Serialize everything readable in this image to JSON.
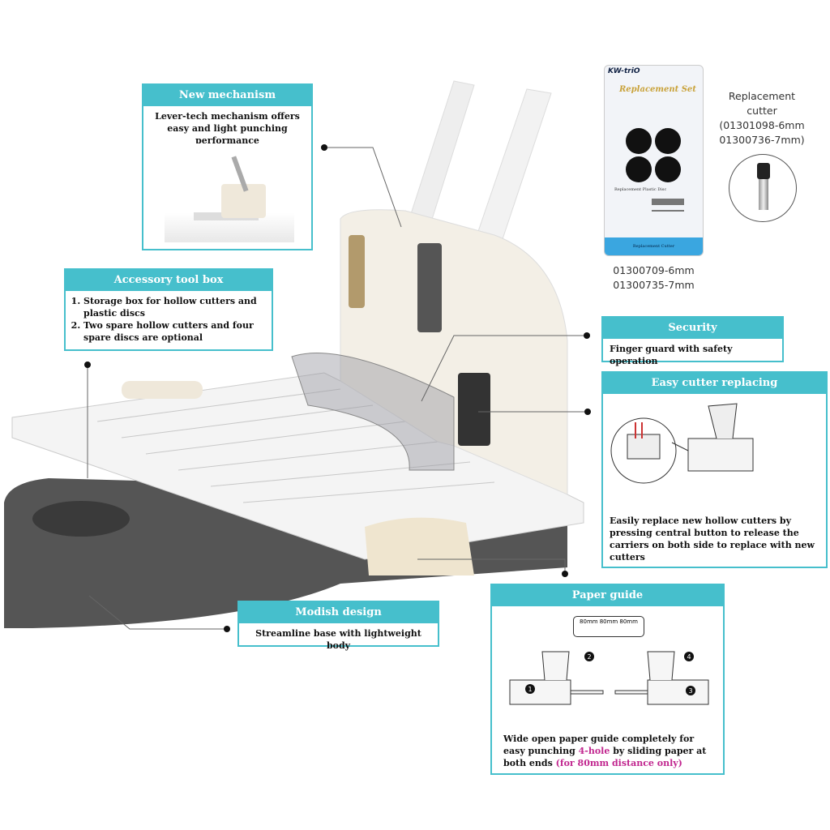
{
  "callouts": {
    "new_mechanism": {
      "title": "New mechanism",
      "text": "Lever-tech mechanism offers easy and light punching performance"
    },
    "accessory": {
      "title": "Accessory tool box",
      "items": [
        "Storage box for hollow cutters and plastic discs",
        "Two spare hollow cutters and four spare discs are optional"
      ]
    },
    "security": {
      "title": "Security",
      "text": "Finger guard with safety operation"
    },
    "easy_cutter": {
      "title": "Easy cutter replacing",
      "text": "Easily replace new hollow cutters by pressing central button to release the carriers on both side to replace with new cutters"
    },
    "modish": {
      "title": "Modish design",
      "text": "Streamline base with lightweight body"
    },
    "paper_guide": {
      "title": "Paper guide",
      "text_before": "Wide open paper guide completely for easy punching ",
      "highlight1": "4-hole",
      "text_mid": " by sliding paper at both ends ",
      "highlight2": "(for 80mm distance only)",
      "dims": [
        "80mm",
        "80mm",
        "80mm"
      ],
      "steps": [
        "1",
        "2",
        "3",
        "4"
      ]
    }
  },
  "replacement_set": {
    "brand": "KW-triO",
    "title": "Replacement Set",
    "disc_label": "Replacement Plastic Disc",
    "cutter_label": "Replacement Cutter",
    "codes": [
      "01300709-6mm",
      "01300735-7mm"
    ]
  },
  "replacement_cutter": {
    "lines": [
      "Replacement",
      "cutter",
      "(01301098-6mm",
      "01300736-7mm)"
    ]
  },
  "colors": {
    "accent": "#46bfcc",
    "highlight": "#c1268f"
  }
}
